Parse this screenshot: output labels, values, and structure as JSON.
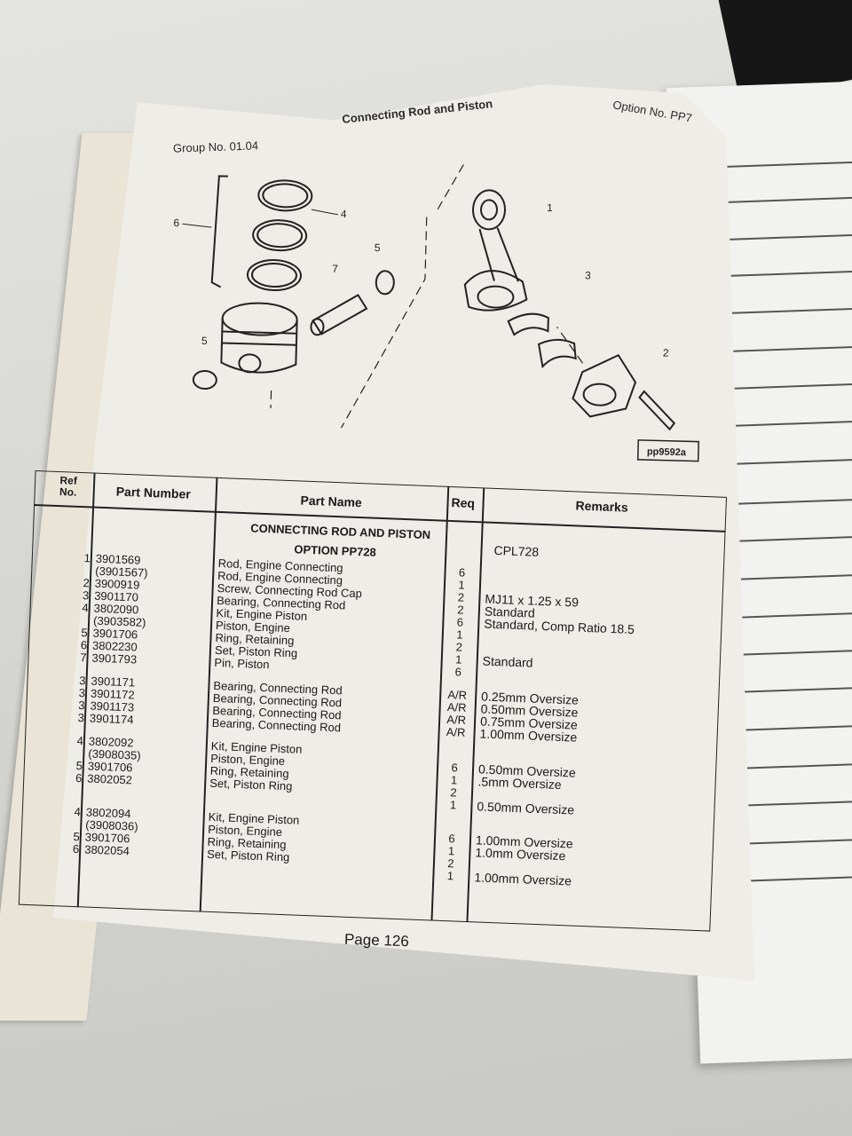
{
  "header": {
    "group": "Group No. 01.04",
    "title": "Connecting Rod and Piston",
    "option": "Option No. PP7"
  },
  "diagram": {
    "callouts": [
      "6",
      "4",
      "5",
      "7",
      "1",
      "3",
      "5",
      "2"
    ],
    "figure_id": "pp9592a"
  },
  "table": {
    "headers": {
      "ref": "Ref No.",
      "ref_line1": "Ref",
      "ref_line2": "No.",
      "part_number": "Part Number",
      "part_name": "Part Name",
      "req": "Req",
      "remarks": "Remarks"
    },
    "section_title": "CONNECTING ROD AND PISTON",
    "option_title": "OPTION PP728",
    "option_remark": "CPL728",
    "rows": [
      {
        "ref": "1",
        "pn": "3901569",
        "name": "Rod, Engine Connecting",
        "req": "6",
        "remark": ""
      },
      {
        "ref": "",
        "pn": "(3901567)",
        "name": "Rod, Engine Connecting",
        "req": "1",
        "remark": ""
      },
      {
        "ref": "2",
        "pn": "3900919",
        "name": "Screw, Connecting Rod Cap",
        "req": "2",
        "remark": "MJ11 x 1.25 x 59"
      },
      {
        "ref": "3",
        "pn": "3901170",
        "name": "Bearing, Connecting Rod",
        "req": "2",
        "remark": "Standard"
      },
      {
        "ref": "4",
        "pn": "3802090",
        "name": "Kit, Engine Piston",
        "req": "6",
        "remark": "Standard, Comp Ratio 18.5"
      },
      {
        "ref": "",
        "pn": "(3903582)",
        "name": "Piston, Engine",
        "req": "1",
        "remark": ""
      },
      {
        "ref": "5",
        "pn": "3901706",
        "name": "Ring, Retaining",
        "req": "2",
        "remark": ""
      },
      {
        "ref": "6",
        "pn": "3802230",
        "name": "Set, Piston Ring",
        "req": "1",
        "remark": "Standard"
      },
      {
        "ref": "7",
        "pn": "3901793",
        "name": "Pin, Piston",
        "req": "6",
        "remark": ""
      },
      {
        "ref": "3",
        "pn": "3901171",
        "name": "Bearing, Connecting Rod",
        "req": "A/R",
        "remark": "0.25mm Oversize"
      },
      {
        "ref": "3",
        "pn": "3901172",
        "name": "Bearing, Connecting Rod",
        "req": "A/R",
        "remark": "0.50mm Oversize"
      },
      {
        "ref": "3",
        "pn": "3901173",
        "name": "Bearing, Connecting Rod",
        "req": "A/R",
        "remark": "0.75mm Oversize"
      },
      {
        "ref": "3",
        "pn": "3901174",
        "name": "Bearing, Connecting Rod",
        "req": "A/R",
        "remark": "1.00mm Oversize"
      },
      {
        "ref": "4",
        "pn": "3802092",
        "name": "Kit, Engine Piston",
        "req": "",
        "remark": ""
      },
      {
        "ref": "",
        "pn": "(3908035)",
        "name": "Piston, Engine",
        "req": "6",
        "remark": "0.50mm Oversize"
      },
      {
        "ref": "5",
        "pn": "3901706",
        "name": "Ring, Retaining",
        "req": "1",
        "remark": ".5mm Oversize"
      },
      {
        "ref": "6",
        "pn": "3802052",
        "name": "Set, Piston Ring",
        "req": "2",
        "remark": ""
      },
      {
        "ref": "",
        "pn": "",
        "name": "",
        "req": "1",
        "remark": "0.50mm Oversize"
      },
      {
        "ref": "4",
        "pn": "3802094",
        "name": "Kit, Engine Piston",
        "req": "",
        "remark": ""
      },
      {
        "ref": "",
        "pn": "(3908036)",
        "name": "Piston, Engine",
        "req": "6",
        "remark": "1.00mm Oversize"
      },
      {
        "ref": "5",
        "pn": "3901706",
        "name": "Ring, Retaining",
        "req": "1",
        "remark": "1.0mm Oversize"
      },
      {
        "ref": "6",
        "pn": "3802054",
        "name": "Set, Piston Ring",
        "req": "2",
        "remark": ""
      },
      {
        "ref": "",
        "pn": "",
        "name": "",
        "req": "1",
        "remark": "1.00mm Oversize"
      }
    ]
  },
  "footer": {
    "page": "Page 126"
  }
}
